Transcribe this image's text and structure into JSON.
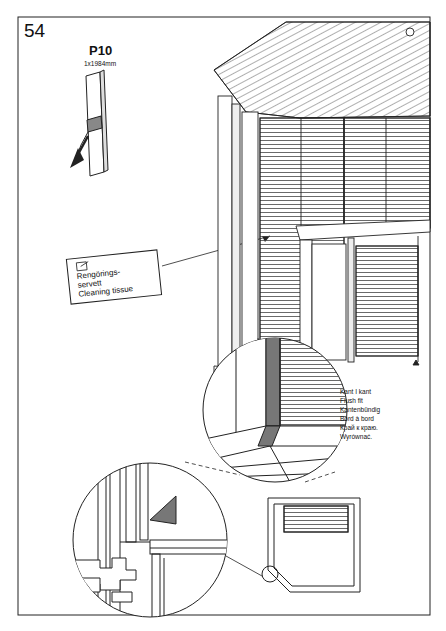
{
  "diagram": {
    "nodes": [
      {
        "text": [
          "Rengörings- servett",
          "Cleaning tissue"
        ]
      }
    ],
    "labels": [
      "54",
      "P10",
      "1x1984mm",
      "Kant I kant",
      "Flush fit",
      "Kantenbündig",
      "Bord à bord",
      "Край к краю.",
      "Wyrównać."
    ]
  }
}
